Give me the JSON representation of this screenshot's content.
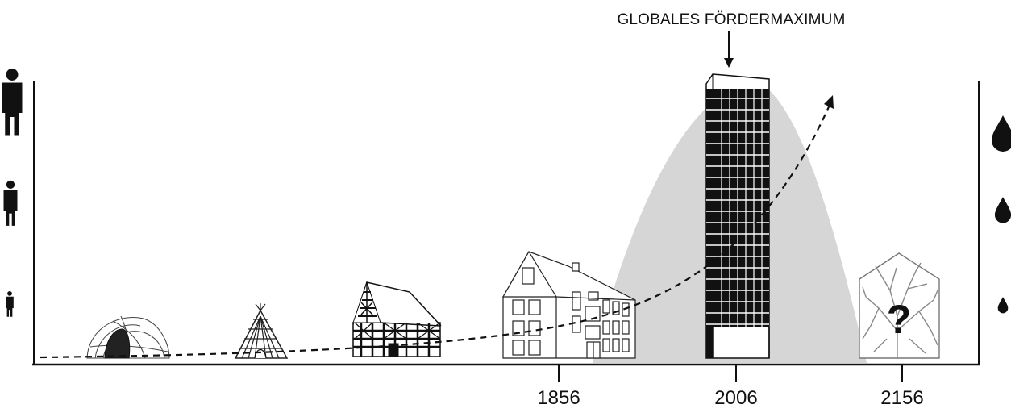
{
  "peak_label": "GLOBALES FÖRDERMAXIMUM",
  "years": [
    "1856",
    "2006",
    "2156"
  ],
  "unknown_mark": "?",
  "left_scale_icons": [
    "person-icon",
    "person-icon",
    "person-icon"
  ],
  "right_scale_icons": [
    "oil-drop-icon",
    "oil-drop-icon",
    "oil-drop-icon"
  ],
  "buildings": [
    "cave-dwelling",
    "tipi-hut",
    "timber-frame-house",
    "townhouse",
    "office-tower",
    "future-house"
  ],
  "colors": {
    "ink": "#111111",
    "peak_area": "#d6d6d6",
    "paper": "#ffffff"
  }
}
